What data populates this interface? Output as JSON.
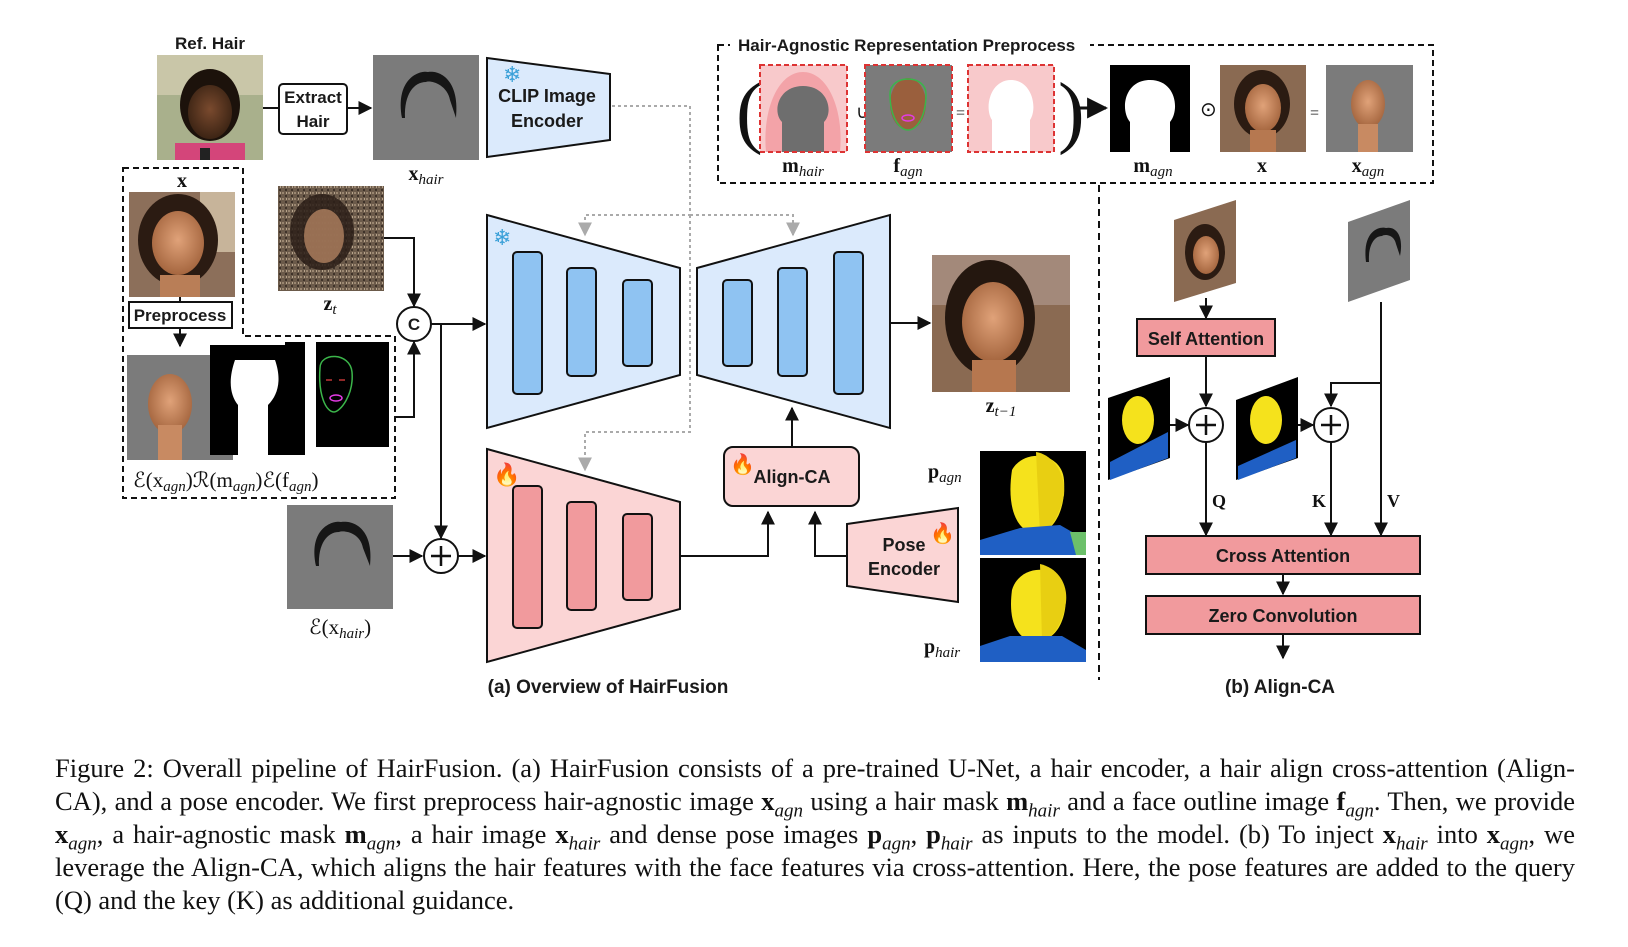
{
  "figure": {
    "ref_hair_label": "Ref. Hair",
    "extract_hair_label": [
      "Extract",
      "Hair"
    ],
    "clip_label": [
      "CLIP Image",
      "Encoder"
    ],
    "preprocess_label": "Preprocess",
    "preproc_title": "Hair-Agnostic Representation Preprocess",
    "concat_symbol": "C",
    "align_ca_label": "Align-CA",
    "pose_encoder_label": [
      "Pose",
      "Encoder"
    ],
    "overview_caption": "(a) Overview of HairFusion",
    "align_caption": "(b) Align-CA",
    "self_attention": "Self Attention",
    "cross_attention": "Cross Attention",
    "zero_convolution": "Zero Convolution",
    "q_label": "Q",
    "k_label": "K",
    "v_label": "V",
    "var": {
      "x": "x",
      "x_hair": "x",
      "x_hair_sub": "hair",
      "z_t": "z",
      "z_t_sub": "t",
      "z_t1": "z",
      "z_t1_sub": "t−1",
      "enc_xagn": "ℰ(x",
      "enc_xagn_sub": "agn",
      "r_magn": "ℛ(m",
      "r_magn_sub": "agn",
      "enc_fagn": "ℰ(f",
      "enc_fagn_sub": "agn",
      "enc_xhair": "ℰ(x",
      "enc_xhair_sub": "hair",
      "p_agn": "p",
      "p_agn_sub": "agn",
      "p_hair": "p",
      "p_hair_sub": "hair",
      "m_hair": "m",
      "m_hair_sub": "hair",
      "f_agn": "f",
      "f_agn_sub": "agn",
      "m_agn": "m",
      "m_agn_sub": "agn",
      "x_agn": "x",
      "x_agn_sub": "agn",
      "union": "∪",
      "equals": "=",
      "odot": "⊙"
    }
  },
  "caption": {
    "prefix": "Figure 2: Overall pipeline of HairFusion. (a) HairFusion consists of a pre-trained U-Net, a hair encoder, a hair align cross-attention (Align-CA), and a pose encoder. We first preprocess hair-agnostic image ",
    "s1": " using a hair mask ",
    "s2": " and a face outline image ",
    "s3": ". Then, we provide ",
    "s4": ", a hair-agnostic mask ",
    "s5": ", a hair image ",
    "s6": " and dense pose images ",
    "s7": ", ",
    "s8": " as inputs to the model. (b) To inject ",
    "s9": " into ",
    "s10": ", we leverage the Align-CA, which aligns the hair features with the face features via cross-attention. Here, the pose features are added to the query (Q) and the key (K) as additional guidance."
  },
  "colors": {
    "blue_fill": "#dbeafc",
    "blue_bar": "#8fc3f2",
    "pink_fill": "#fbd5d5",
    "pink_bar": "#f19a9d",
    "gray_img": "#7b7b7b",
    "yellow": "#f5e21c",
    "pose_blue": "#1f5fc4"
  }
}
